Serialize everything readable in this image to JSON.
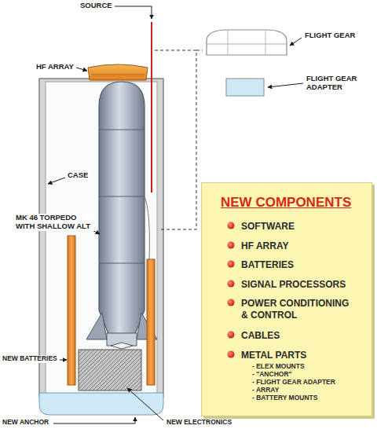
{
  "diagram": {
    "nodes": [
      {
        "text": [
          "NEW COMPONENTS",
          "SOFTWARE",
          "HF ARRAY",
          "BATTERIES",
          "SIGNAL PROCESSORS",
          "POWER CONDITIONING & CONTROL",
          "CABLES",
          "METAL PARTS",
          "- ELEX MOUNTS",
          "- \"ANCHOR\"",
          "- FLIGHT GEAR ADAPTER",
          "- ARRAY",
          "- BATTERY MOUNTS"
        ]
      }
    ],
    "labels": [
      "SOURCE",
      "HF ARRAY",
      "FLIGHT GEAR",
      "FLIGHT GEAR ADAPTER",
      "CASE",
      "MK 46 TORPEDO WITH SHALLOW ALT",
      "NEW BATTERIES",
      "NEW ANCHOR",
      "NEW ELECTRONICS"
    ]
  }
}
